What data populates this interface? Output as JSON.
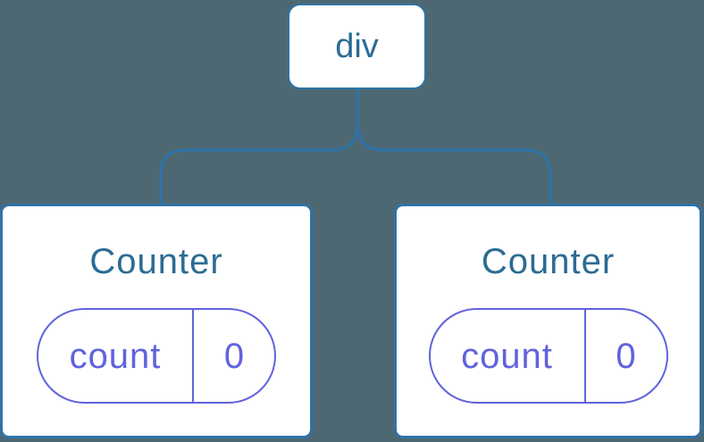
{
  "colors": {
    "background": "#4D6873",
    "line": "#2E73A8",
    "heading": "#2B6C94",
    "accent_purple": "#6063DC",
    "node_fill": "#FFFFFF"
  },
  "tree": {
    "root": {
      "label": "div"
    },
    "children": [
      {
        "name": "Counter",
        "state": [
          {
            "key": "count",
            "value": "0"
          }
        ]
      },
      {
        "name": "Counter",
        "state": [
          {
            "key": "count",
            "value": "0"
          }
        ]
      }
    ]
  }
}
